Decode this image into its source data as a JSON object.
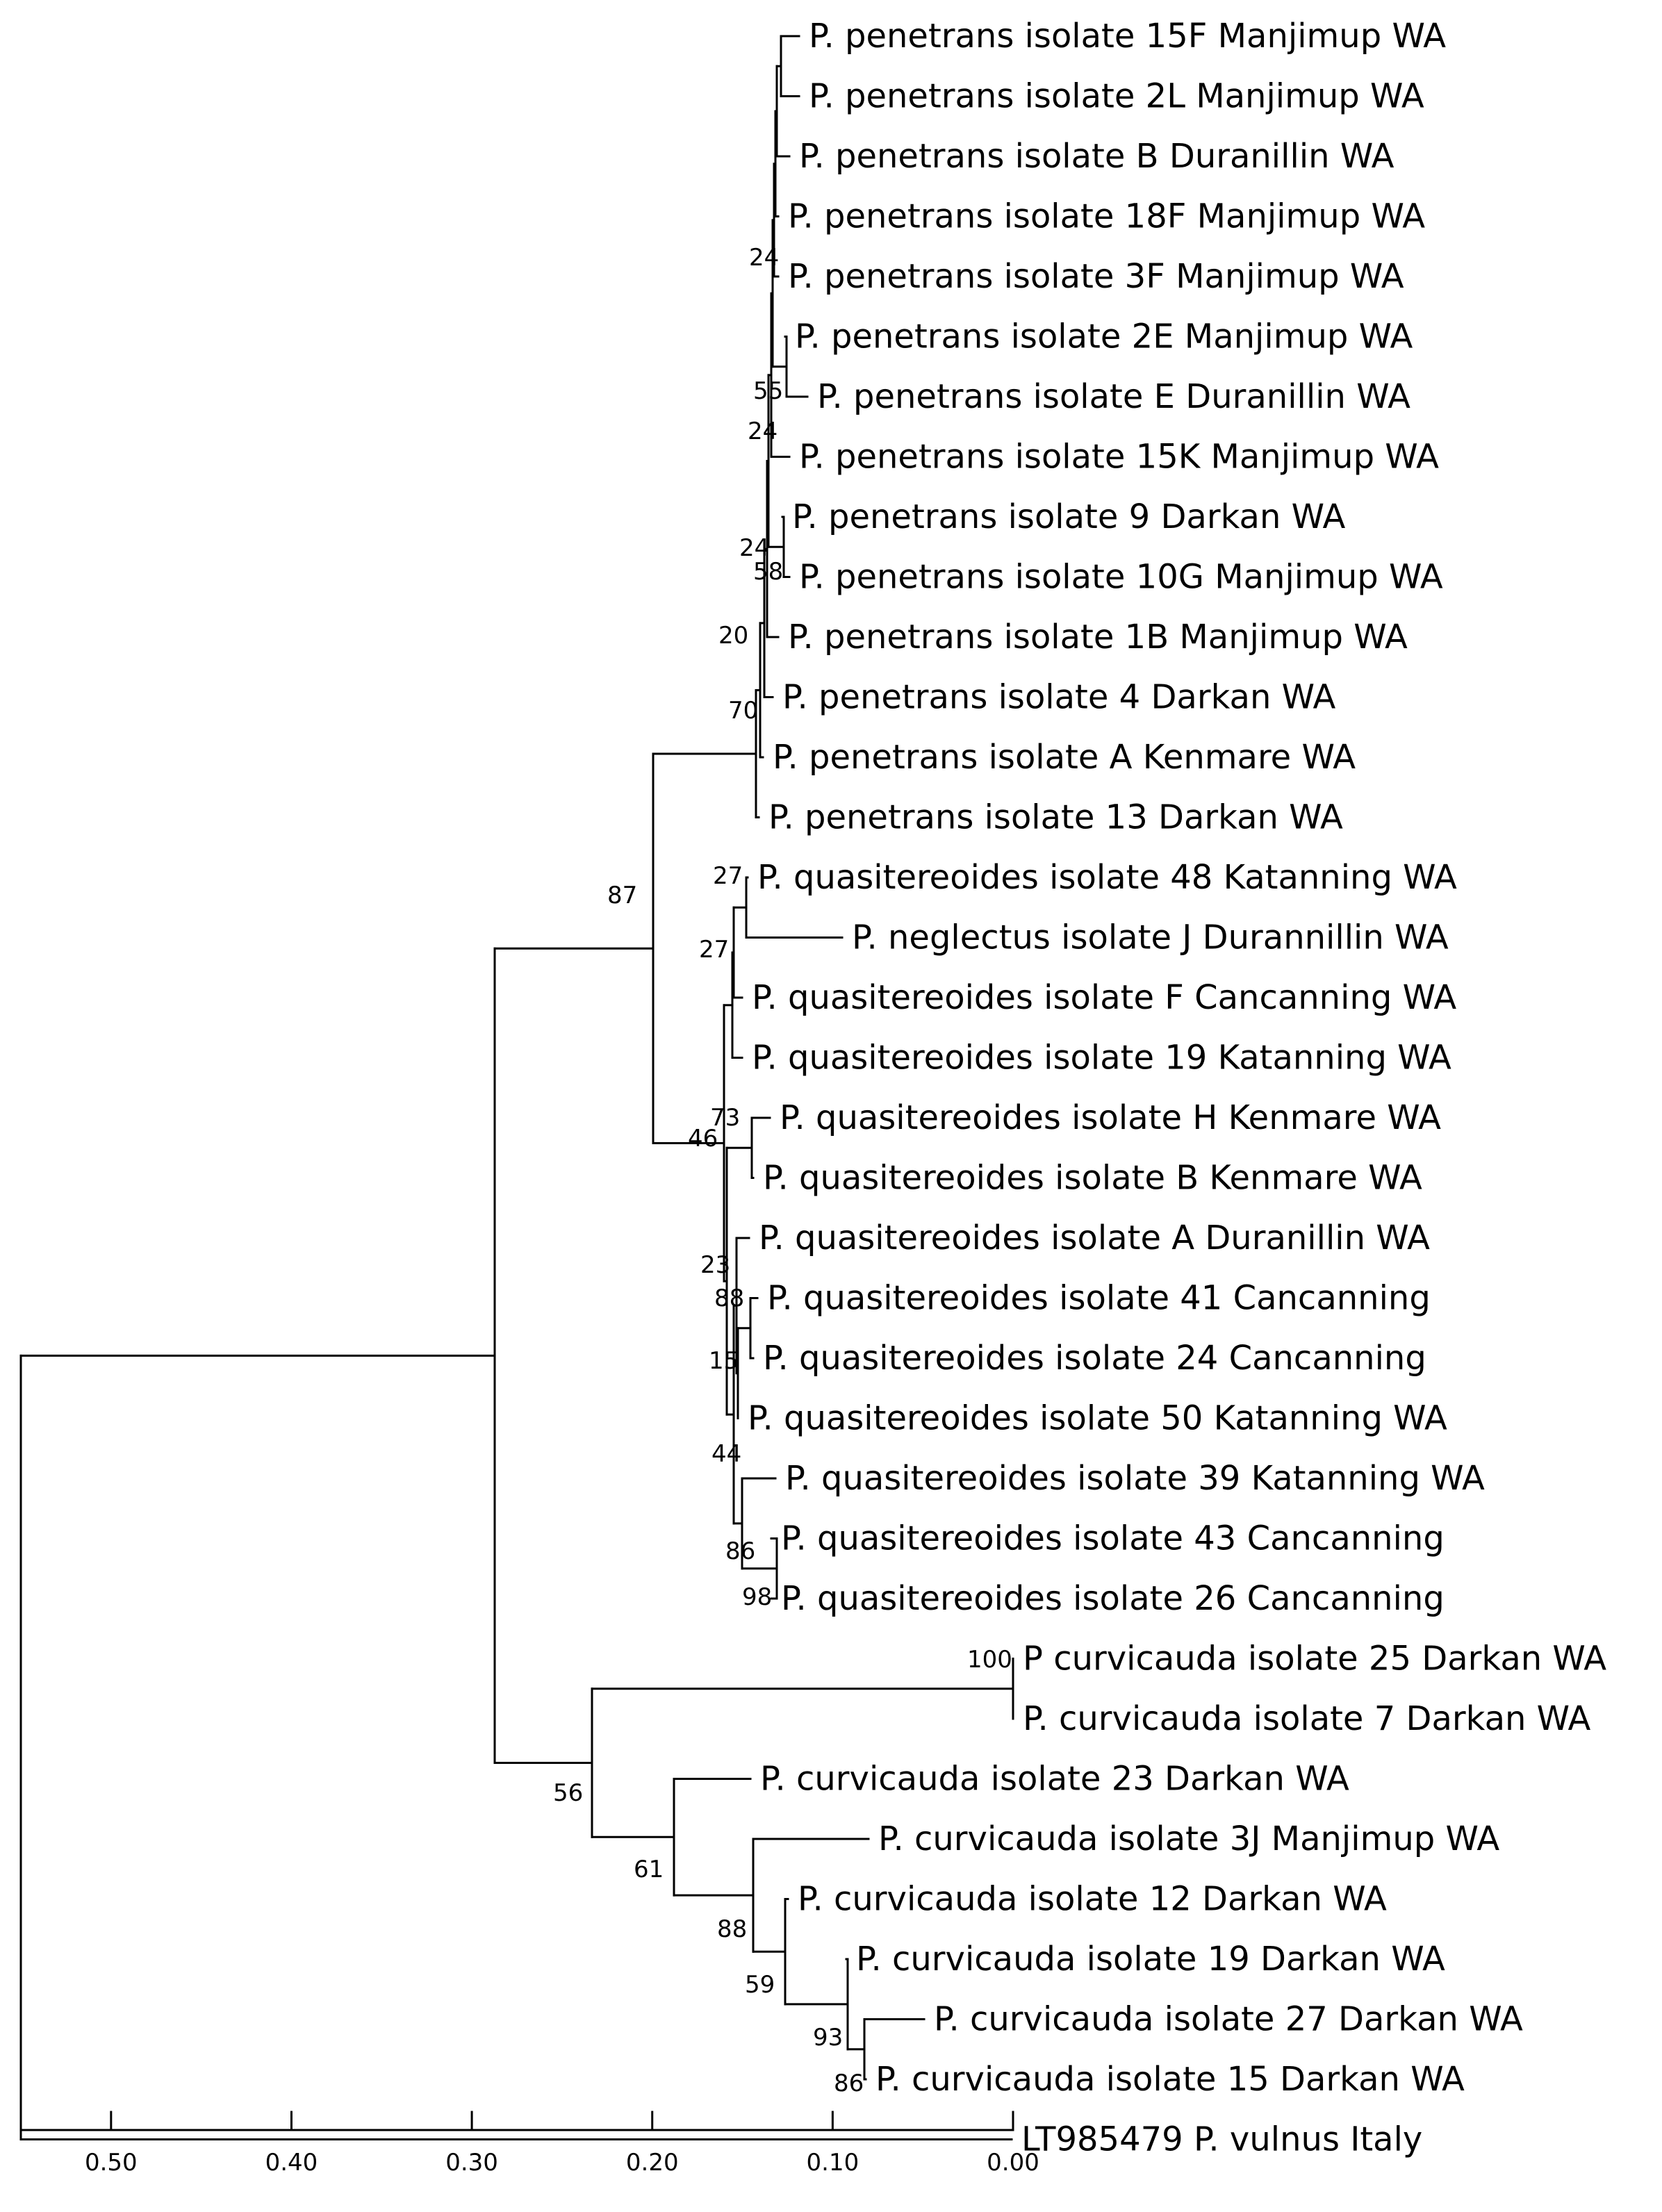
{
  "tree": {
    "leaves": [
      {
        "id": "t1",
        "label": "P. penetrans isolate 15F Manjimup WA"
      },
      {
        "id": "t2",
        "label": "P. penetrans isolate 2L Manjimup WA"
      },
      {
        "id": "t3",
        "label": "P. penetrans isolate B Duranillin WA"
      },
      {
        "id": "t4",
        "label": "P. penetrans isolate 18F Manjimup WA"
      },
      {
        "id": "t5",
        "label": "P. penetrans isolate 3F Manjimup WA"
      },
      {
        "id": "t6",
        "label": "P. penetrans isolate 2E Manjimup WA"
      },
      {
        "id": "t7",
        "label": "P. penetrans isolate E Duranillin WA"
      },
      {
        "id": "t8",
        "label": "P. penetrans isolate 15K Manjimup WA"
      },
      {
        "id": "t9",
        "label": "P. penetrans isolate 9 Darkan WA"
      },
      {
        "id": "t10",
        "label": "P. penetrans isolate 10G Manjimup WA"
      },
      {
        "id": "t11",
        "label": "P. penetrans isolate 1B Manjimup WA"
      },
      {
        "id": "t12",
        "label": "P. penetrans isolate 4 Darkan WA"
      },
      {
        "id": "t13",
        "label": "P. penetrans isolate A Kenmare WA"
      },
      {
        "id": "t14",
        "label": "P. penetrans isolate 13 Darkan WA"
      },
      {
        "id": "t15",
        "label": "P. quasitereoides isolate 48 Katanning WA"
      },
      {
        "id": "t16",
        "label": "P. neglectus isolate J Durannillin WA"
      },
      {
        "id": "t17",
        "label": "P. quasitereoides isolate F Cancanning WA"
      },
      {
        "id": "t18",
        "label": "P. quasitereoides isolate 19 Katanning WA"
      },
      {
        "id": "t19",
        "label": "P. quasitereoides isolate H Kenmare WA"
      },
      {
        "id": "t20",
        "label": "P. quasitereoides isolate B Kenmare WA"
      },
      {
        "id": "t21",
        "label": "P. quasitereoides isolate A Duranillin WA"
      },
      {
        "id": "t22",
        "label": "P. quasitereoides isolate 41 Cancanning"
      },
      {
        "id": "t23",
        "label": "P. quasitereoides isolate 24 Cancanning"
      },
      {
        "id": "t24",
        "label": "P. quasitereoides isolate 50 Katanning WA"
      },
      {
        "id": "t25",
        "label": "P. quasitereoides isolate 39 Katanning WA"
      },
      {
        "id": "t26",
        "label": "P. quasitereoides isolate 43 Cancanning"
      },
      {
        "id": "t27",
        "label": "P. quasitereoides isolate 26 Cancanning"
      },
      {
        "id": "t28",
        "label": "P curvicauda isolate 25 Darkan WA"
      },
      {
        "id": "t29",
        "label": "P. curvicauda isolate 7 Darkan WA"
      },
      {
        "id": "t30",
        "label": "P. curvicauda isolate 23 Darkan WA"
      },
      {
        "id": "t31",
        "label": "P. curvicauda isolate 3J Manjimup WA"
      },
      {
        "id": "t32",
        "label": "P. curvicauda isolate 12 Darkan WA"
      },
      {
        "id": "t33",
        "label": "P. curvicauda isolate 19 Darkan WA"
      },
      {
        "id": "t34",
        "label": "P. curvicauda isolate 27 Darkan WA"
      },
      {
        "id": "t35",
        "label": "P. curvicauda isolate 15 Darkan WA"
      },
      {
        "id": "t36",
        "label": "LT985479 P. vulnus Italy"
      }
    ],
    "support_values": [
      "24",
      "55",
      "24",
      "24",
      "58",
      "20",
      "70",
      "87",
      "27",
      "27",
      "73",
      "46",
      "23",
      "88",
      "15",
      "44",
      "86",
      "98",
      "100",
      "56",
      "61",
      "88",
      "59",
      "93",
      "86"
    ],
    "scale_axis": {
      "ticks": [
        "0.50",
        "0.40",
        "0.30",
        "0.20",
        "0.10",
        "0.00"
      ]
    }
  }
}
